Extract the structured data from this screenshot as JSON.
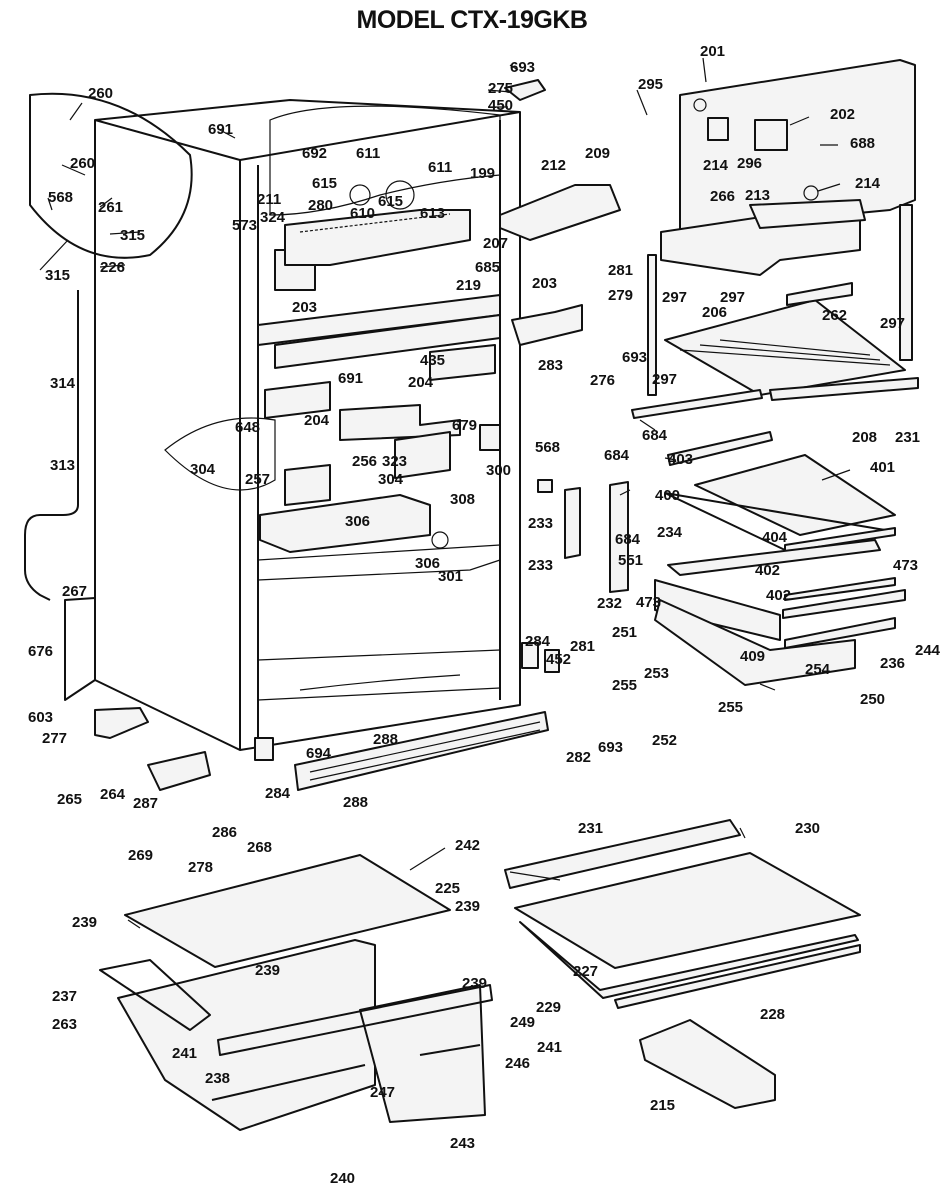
{
  "title": "MODEL CTX-19GKB",
  "diagram": {
    "type": "exploded-parts-view",
    "subject": "Refrigerator cabinet and interior parts",
    "labels": [
      {
        "id": "l1",
        "text": "260"
      },
      {
        "id": "l2",
        "text": "260"
      },
      {
        "id": "l3",
        "text": "261"
      },
      {
        "id": "l4",
        "text": "568"
      },
      {
        "id": "l5",
        "text": "315"
      },
      {
        "id": "l6",
        "text": "315"
      },
      {
        "id": "l7",
        "text": "226"
      },
      {
        "id": "l8",
        "text": "691"
      },
      {
        "id": "l9",
        "text": "692"
      },
      {
        "id": "l10",
        "text": "611"
      },
      {
        "id": "l11",
        "text": "611"
      },
      {
        "id": "l12",
        "text": "615"
      },
      {
        "id": "l13",
        "text": "615"
      },
      {
        "id": "l14",
        "text": "610"
      },
      {
        "id": "l15",
        "text": "613"
      },
      {
        "id": "l16",
        "text": "199"
      },
      {
        "id": "l17",
        "text": "211"
      },
      {
        "id": "l18",
        "text": "280"
      },
      {
        "id": "l19",
        "text": "324"
      },
      {
        "id": "l20",
        "text": "573"
      },
      {
        "id": "l21",
        "text": "207"
      },
      {
        "id": "l22",
        "text": "685"
      },
      {
        "id": "l23",
        "text": "219"
      },
      {
        "id": "l24",
        "text": "203"
      },
      {
        "id": "l25",
        "text": "203"
      },
      {
        "id": "l26",
        "text": "693"
      },
      {
        "id": "l27",
        "text": "275"
      },
      {
        "id": "l28",
        "text": "450"
      },
      {
        "id": "l29",
        "text": "295"
      },
      {
        "id": "l30",
        "text": "201"
      },
      {
        "id": "l31",
        "text": "202"
      },
      {
        "id": "l32",
        "text": "688"
      },
      {
        "id": "l33",
        "text": "214"
      },
      {
        "id": "l34",
        "text": "296"
      },
      {
        "id": "l35",
        "text": "214"
      },
      {
        "id": "l36",
        "text": "209"
      },
      {
        "id": "l37",
        "text": "212"
      },
      {
        "id": "l38",
        "text": "266"
      },
      {
        "id": "l39",
        "text": "213"
      },
      {
        "id": "l40",
        "text": "281"
      },
      {
        "id": "l41",
        "text": "279"
      },
      {
        "id": "l42",
        "text": "297"
      },
      {
        "id": "l43",
        "text": "297"
      },
      {
        "id": "l44",
        "text": "262"
      },
      {
        "id": "l45",
        "text": "297"
      },
      {
        "id": "l46",
        "text": "206"
      },
      {
        "id": "l47",
        "text": "283"
      },
      {
        "id": "l48",
        "text": "276"
      },
      {
        "id": "l49",
        "text": "693"
      },
      {
        "id": "l50",
        "text": "297"
      },
      {
        "id": "l51",
        "text": "208"
      },
      {
        "id": "l52",
        "text": "231"
      },
      {
        "id": "l53",
        "text": "684"
      },
      {
        "id": "l54",
        "text": "691"
      },
      {
        "id": "l55",
        "text": "435"
      },
      {
        "id": "l56",
        "text": "204"
      },
      {
        "id": "l57",
        "text": "204"
      },
      {
        "id": "l58",
        "text": "679"
      },
      {
        "id": "l59",
        "text": "568"
      },
      {
        "id": "l60",
        "text": "300"
      },
      {
        "id": "l61",
        "text": "314"
      },
      {
        "id": "l62",
        "text": "313"
      },
      {
        "id": "l63",
        "text": "648"
      },
      {
        "id": "l64",
        "text": "304"
      },
      {
        "id": "l65",
        "text": "257"
      },
      {
        "id": "l66",
        "text": "256"
      },
      {
        "id": "l67",
        "text": "304"
      },
      {
        "id": "l68",
        "text": "323"
      },
      {
        "id": "l69",
        "text": "308"
      },
      {
        "id": "l70",
        "text": "306"
      },
      {
        "id": "l71",
        "text": "306"
      },
      {
        "id": "l72",
        "text": "301"
      },
      {
        "id": "l73",
        "text": "684"
      },
      {
        "id": "l74",
        "text": "403"
      },
      {
        "id": "l75",
        "text": "401"
      },
      {
        "id": "l76",
        "text": "400"
      },
      {
        "id": "l77",
        "text": "233"
      },
      {
        "id": "l78",
        "text": "684"
      },
      {
        "id": "l79",
        "text": "233"
      },
      {
        "id": "l80",
        "text": "234"
      },
      {
        "id": "l81",
        "text": "404"
      },
      {
        "id": "l82",
        "text": "232"
      },
      {
        "id": "l83",
        "text": "551"
      },
      {
        "id": "l84",
        "text": "402"
      },
      {
        "id": "l85",
        "text": "473"
      },
      {
        "id": "l86",
        "text": "402"
      },
      {
        "id": "l87",
        "text": "473"
      },
      {
        "id": "l88",
        "text": "251"
      },
      {
        "id": "l89",
        "text": "244"
      },
      {
        "id": "l90",
        "text": "409"
      },
      {
        "id": "l91",
        "text": "236"
      },
      {
        "id": "l92",
        "text": "254"
      },
      {
        "id": "l93",
        "text": "250"
      },
      {
        "id": "l94",
        "text": "267"
      },
      {
        "id": "l95",
        "text": "676"
      },
      {
        "id": "l96",
        "text": "284"
      },
      {
        "id": "l97",
        "text": "452"
      },
      {
        "id": "l98",
        "text": "281"
      },
      {
        "id": "l99",
        "text": "255"
      },
      {
        "id": "l100",
        "text": "253"
      },
      {
        "id": "l101",
        "text": "255"
      },
      {
        "id": "l102",
        "text": "282"
      },
      {
        "id": "l103",
        "text": "693"
      },
      {
        "id": "l104",
        "text": "252"
      },
      {
        "id": "l105",
        "text": "603"
      },
      {
        "id": "l106",
        "text": "277"
      },
      {
        "id": "l107",
        "text": "694"
      },
      {
        "id": "l108",
        "text": "288"
      },
      {
        "id": "l109",
        "text": "288"
      },
      {
        "id": "l110",
        "text": "265"
      },
      {
        "id": "l111",
        "text": "264"
      },
      {
        "id": "l112",
        "text": "287"
      },
      {
        "id": "l113",
        "text": "284"
      },
      {
        "id": "l114",
        "text": "286"
      },
      {
        "id": "l115",
        "text": "268"
      },
      {
        "id": "l116",
        "text": "269"
      },
      {
        "id": "l117",
        "text": "278"
      },
      {
        "id": "l118",
        "text": "231"
      },
      {
        "id": "l119",
        "text": "230"
      },
      {
        "id": "l120",
        "text": "242"
      },
      {
        "id": "l121",
        "text": "225"
      },
      {
        "id": "l122",
        "text": "239"
      },
      {
        "id": "l123",
        "text": "239"
      },
      {
        "id": "l124",
        "text": "239"
      },
      {
        "id": "l125",
        "text": "239"
      },
      {
        "id": "l126",
        "text": "227"
      },
      {
        "id": "l127",
        "text": "237"
      },
      {
        "id": "l128",
        "text": "249"
      },
      {
        "id": "l129",
        "text": "229"
      },
      {
        "id": "l130",
        "text": "228"
      },
      {
        "id": "l131",
        "text": "263"
      },
      {
        "id": "l132",
        "text": "241"
      },
      {
        "id": "l133",
        "text": "241"
      },
      {
        "id": "l134",
        "text": "238"
      },
      {
        "id": "l135",
        "text": "246"
      },
      {
        "id": "l136",
        "text": "247"
      },
      {
        "id": "l137",
        "text": "215"
      },
      {
        "id": "l138",
        "text": "243"
      },
      {
        "id": "l139",
        "text": "240"
      }
    ]
  }
}
